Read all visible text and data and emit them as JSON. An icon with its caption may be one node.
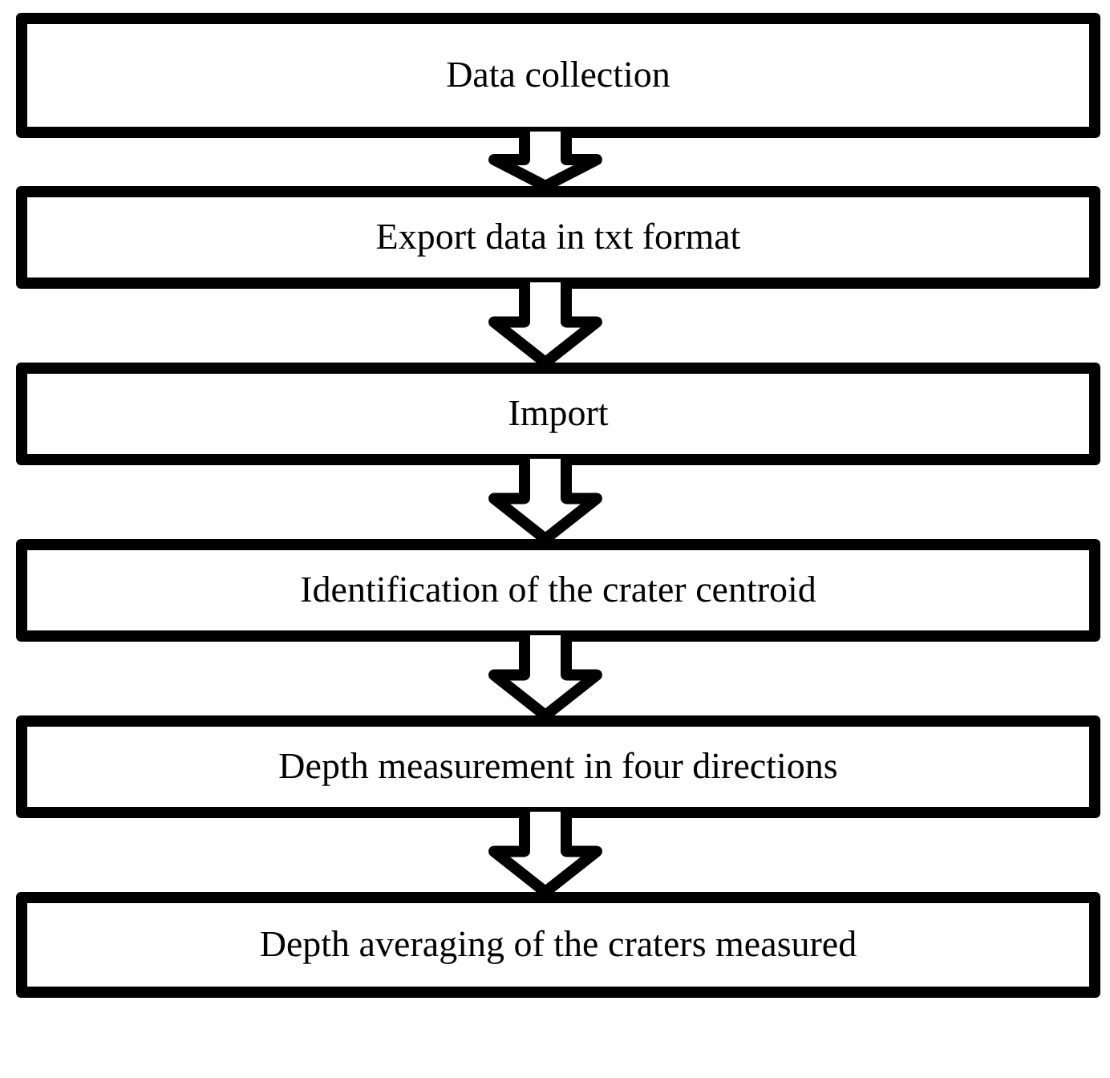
{
  "diagram": {
    "nodes": [
      {
        "text": [
          "Data collection"
        ]
      },
      {
        "text": [
          "Export data in txt format"
        ]
      },
      {
        "text": [
          "Import"
        ]
      },
      {
        "text": [
          "Identification of the crater centroid"
        ]
      },
      {
        "text": [
          "Depth measurement in four directions"
        ]
      },
      {
        "text": [
          "Depth averaging of the craters measured"
        ]
      }
    ],
    "edges": [
      {
        "from": 0,
        "to": 1,
        "arrow": "to"
      },
      {
        "from": 1,
        "to": 2,
        "arrow": "to"
      },
      {
        "from": 2,
        "to": 3,
        "arrow": "to"
      },
      {
        "from": 3,
        "to": 4,
        "arrow": "to"
      },
      {
        "from": 4,
        "to": 5,
        "arrow": "to"
      }
    ]
  }
}
